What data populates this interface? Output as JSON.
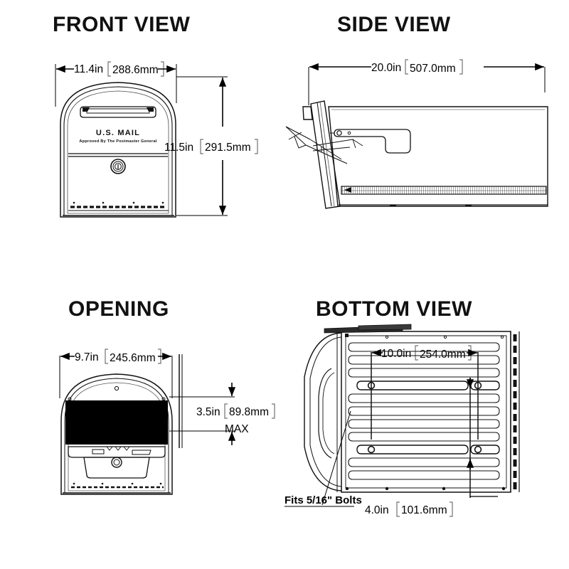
{
  "document": {
    "type": "technical-dimension-drawing",
    "subject": "U.S. Mail post-mount mailbox",
    "background_color": "#ffffff",
    "line_color": "#000000"
  },
  "views": {
    "front": {
      "title": "FRONT VIEW",
      "dimensions": {
        "width": {
          "imperial": "11.4in",
          "metric": "288.6mm"
        },
        "height": {
          "imperial": "11.5in",
          "metric": "291.5mm"
        }
      },
      "embossed_text": {
        "line1": "U.S. MAIL",
        "line2": "Approved By The Postmaster General"
      }
    },
    "side": {
      "title": "SIDE VIEW",
      "dimensions": {
        "depth": {
          "imperial": "20.0in",
          "metric": "507.0mm"
        }
      }
    },
    "opening": {
      "title": "OPENING",
      "dimensions": {
        "width": {
          "imperial": "9.7in",
          "metric": "245.6mm"
        },
        "height": {
          "imperial": "3.5in",
          "metric": "89.8mm"
        }
      },
      "height_qualifier": "MAX"
    },
    "bottom": {
      "title": "BOTTOM VIEW",
      "dimensions": {
        "hole_spacing_length": {
          "imperial": "10.0in",
          "metric": "254.0mm"
        },
        "hole_spacing_width": {
          "imperial": "4.0in",
          "metric": "101.6mm"
        }
      },
      "note": "Fits 5/16\" Bolts"
    }
  }
}
